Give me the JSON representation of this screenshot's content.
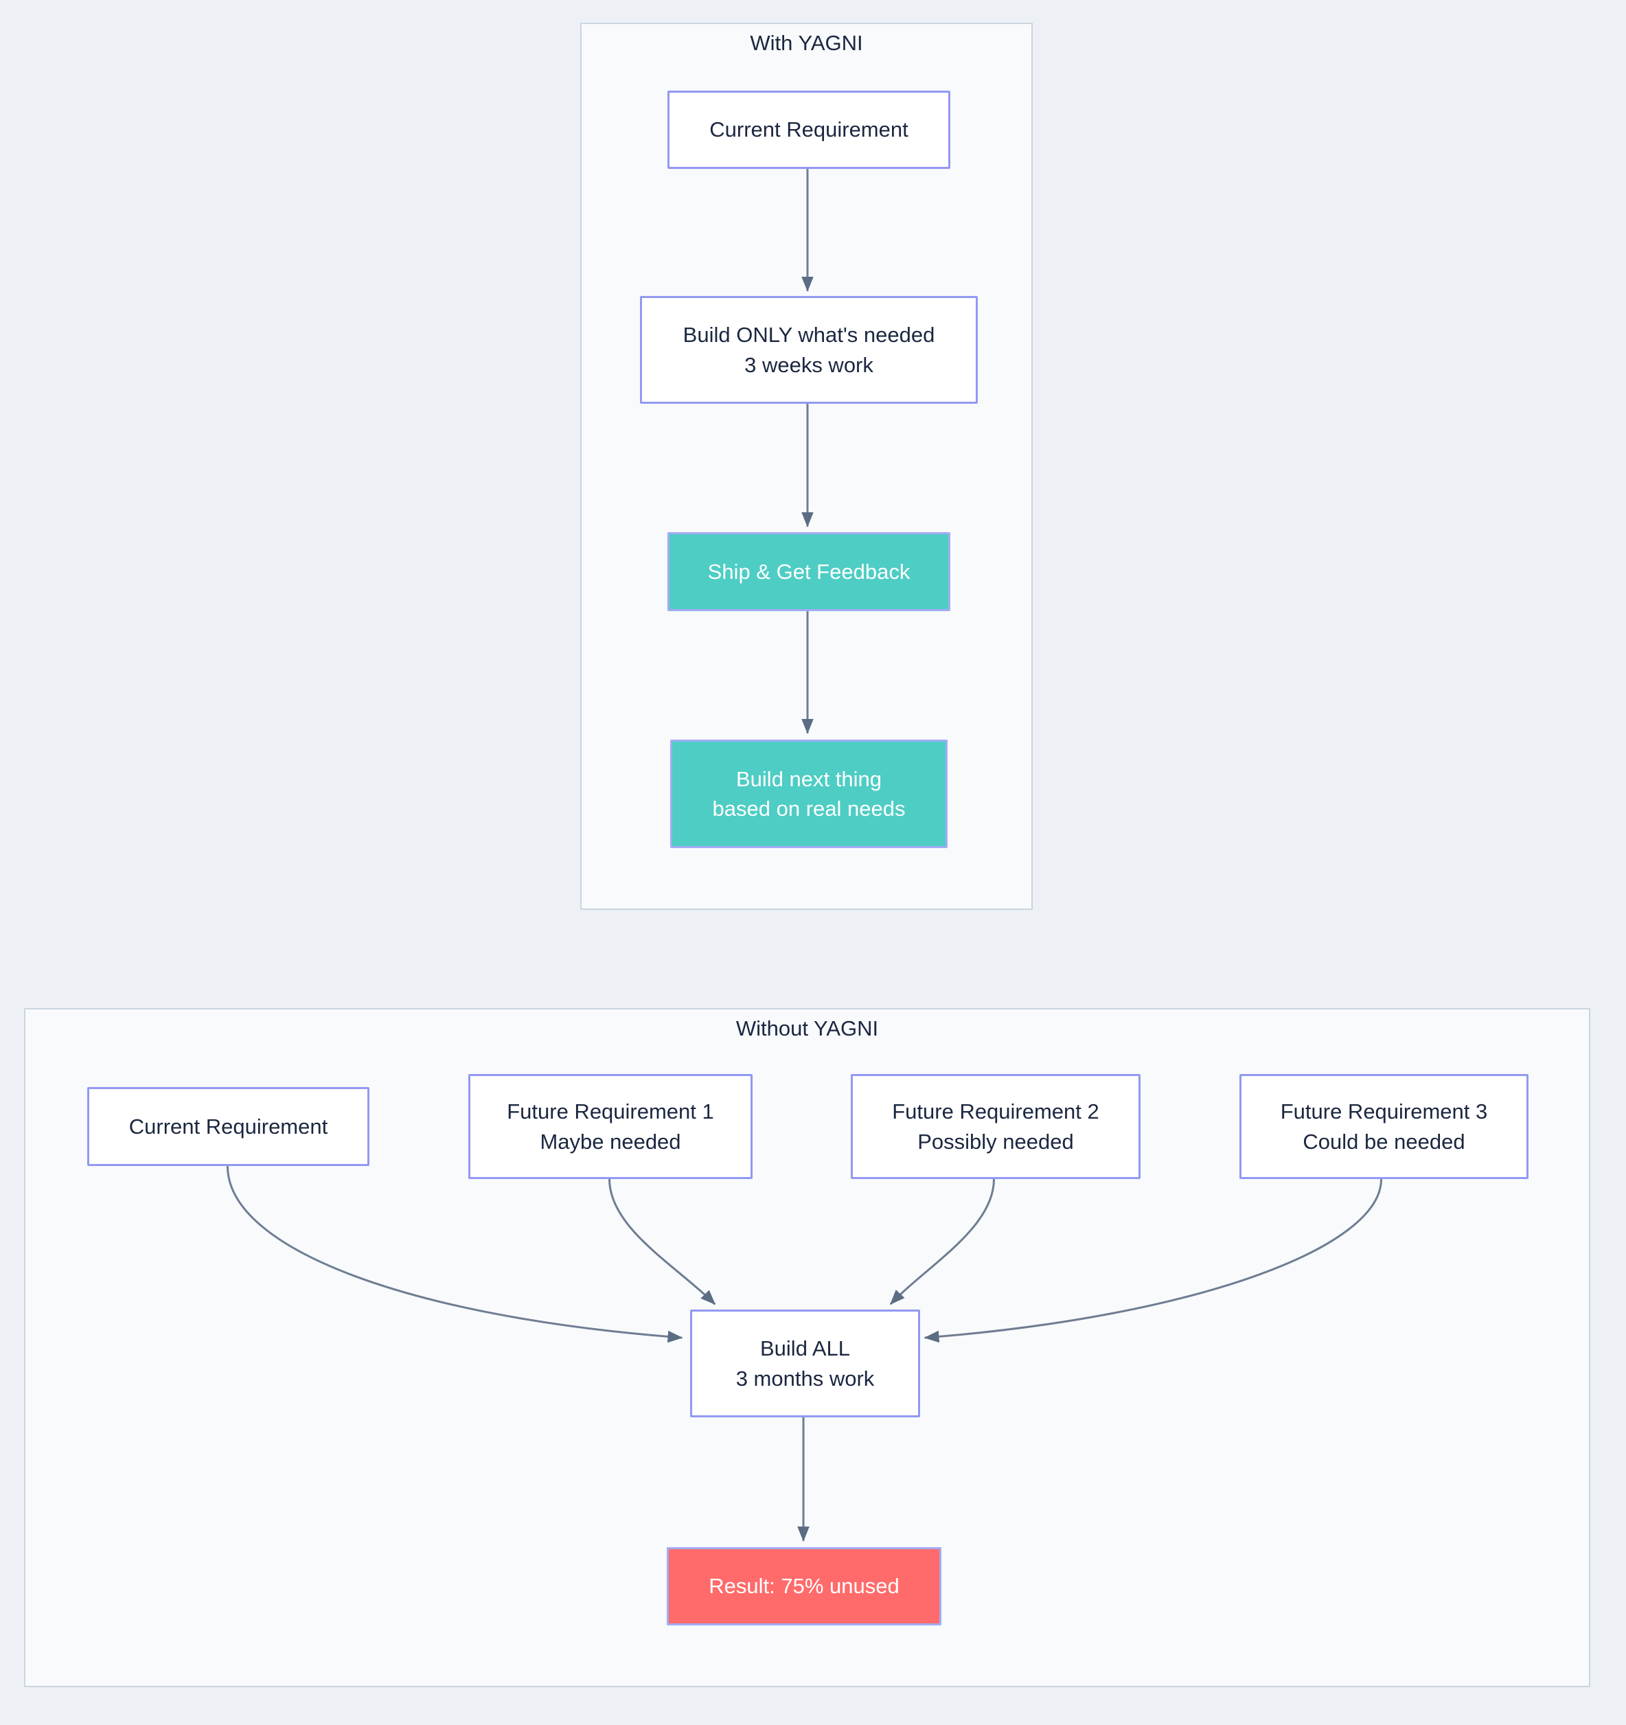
{
  "page": {
    "background": "#EDF1F6"
  },
  "colors": {
    "accent_teal": "#4ECDC4",
    "accent_red": "#FF6B6B",
    "node_border": "#9299F2",
    "edge_line": "#6F7D92",
    "arrowhead": "#5B6C83",
    "panel_bg": "#F8FAFC",
    "panel_border": "#CBD5E0",
    "text_dark": "#1B2740",
    "text_light": "#FFFFFF"
  },
  "flow_with": {
    "title": "With YAGNI",
    "nodes": {
      "current": {
        "line1": "Current Requirement"
      },
      "build_only": {
        "line1": "Build ONLY what's needed",
        "line2": "3 weeks work"
      },
      "ship": {
        "line1": "Ship & Get Feedback"
      },
      "build_next": {
        "line1": "Build next thing",
        "line2": "based on real needs"
      }
    },
    "edges": [
      {
        "from": "current",
        "to": "build_only"
      },
      {
        "from": "build_only",
        "to": "ship"
      },
      {
        "from": "ship",
        "to": "build_next"
      }
    ]
  },
  "flow_without": {
    "title": "Without YAGNI",
    "nodes": {
      "current": {
        "line1": "Current Requirement"
      },
      "future1": {
        "line1": "Future Requirement 1",
        "line2": "Maybe needed"
      },
      "future2": {
        "line1": "Future Requirement 2",
        "line2": "Possibly needed"
      },
      "future3": {
        "line1": "Future Requirement 3",
        "line2": "Could be needed"
      },
      "build_all": {
        "line1": "Build ALL",
        "line2": "3 months work"
      },
      "result": {
        "line1": "Result: 75% unused"
      }
    },
    "edges": [
      {
        "from": "current",
        "to": "build_all"
      },
      {
        "from": "future1",
        "to": "build_all"
      },
      {
        "from": "future2",
        "to": "build_all"
      },
      {
        "from": "future3",
        "to": "build_all"
      },
      {
        "from": "build_all",
        "to": "result"
      }
    ]
  }
}
